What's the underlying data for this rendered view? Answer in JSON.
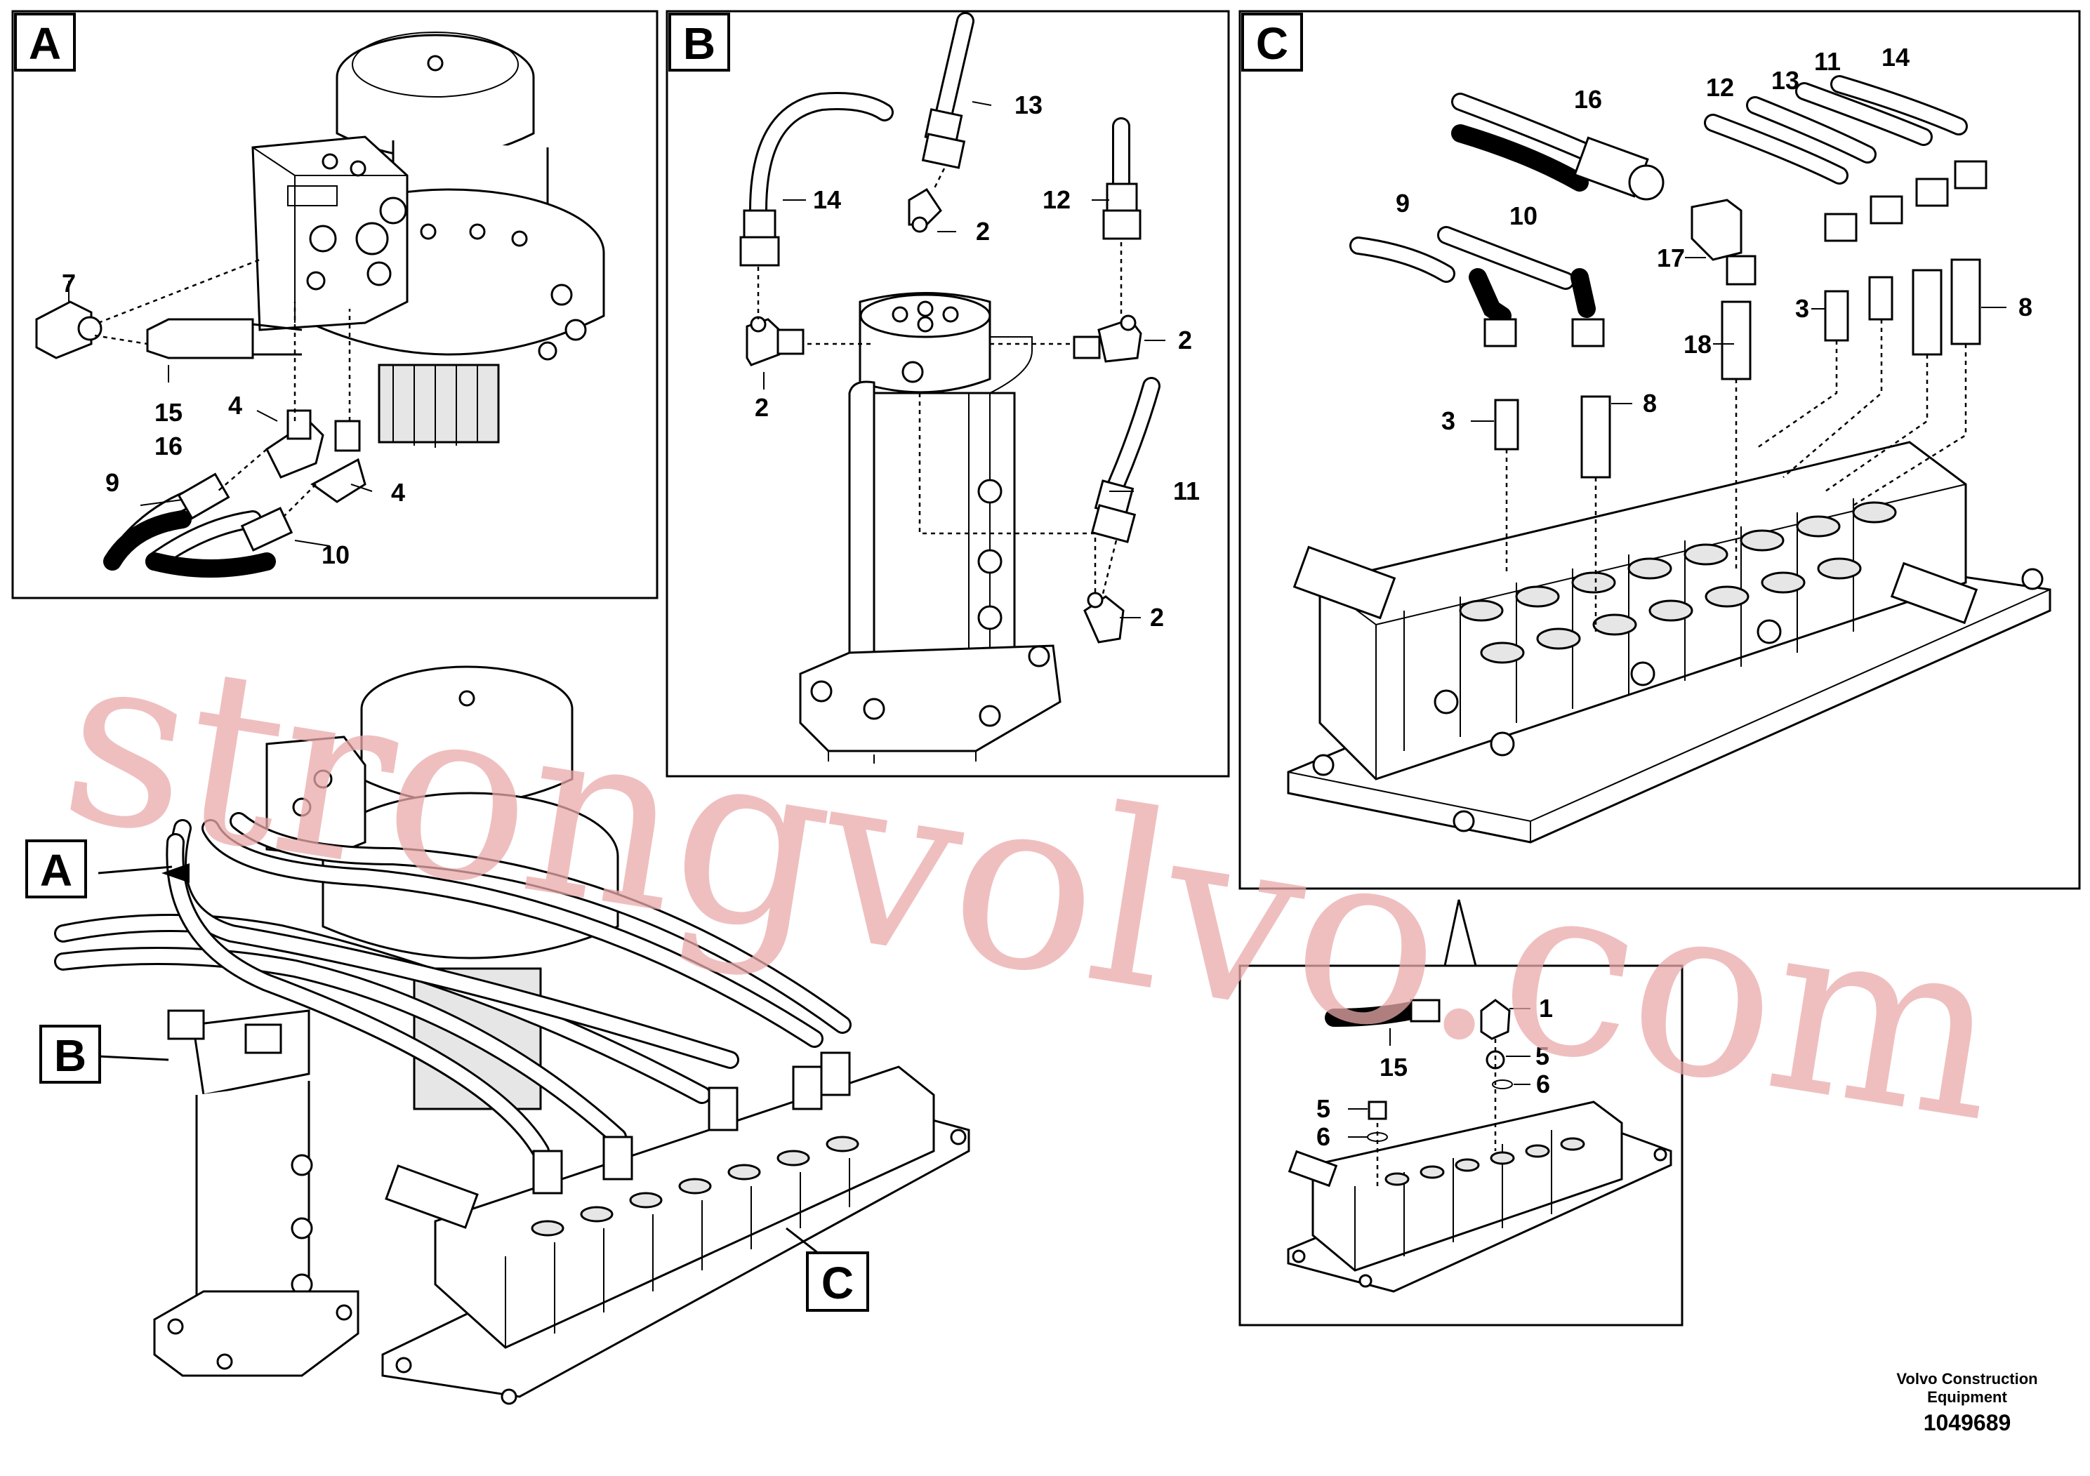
{
  "panels": {
    "a": {
      "letter": "A"
    },
    "b": {
      "letter": "B"
    },
    "c": {
      "letter": "C"
    },
    "detail": {}
  },
  "callouts": {
    "a": {
      "c7": "7",
      "c15": "15",
      "c16": "16",
      "c4a": "4",
      "c4b": "4",
      "c9": "9",
      "c10": "10"
    },
    "b": {
      "c14": "14",
      "c13": "13",
      "c2a": "2",
      "c12": "12",
      "c2b": "2",
      "c2c": "2",
      "c11": "11",
      "c2d": "2"
    },
    "c": {
      "c16": "16",
      "c12": "12",
      "c13": "13",
      "c11": "11",
      "c14": "14",
      "c9": "9",
      "c10": "10",
      "c17": "17",
      "c3a": "3",
      "c8a": "8",
      "c18": "18",
      "c3b": "3",
      "c8b": "8"
    },
    "detail": {
      "c1": "1",
      "c5a": "5",
      "c6a": "6",
      "c15": "15",
      "c5b": "5",
      "c6b": "6"
    }
  },
  "overview": {
    "pointer_a": "A",
    "pointer_b": "B",
    "pointer_c": "C"
  },
  "watermark": {
    "text": "strongvolvo.com",
    "color": "#e9a9a9"
  },
  "footer": {
    "line1": "Volvo Construction",
    "line2": "Equipment",
    "number": "1049689"
  }
}
